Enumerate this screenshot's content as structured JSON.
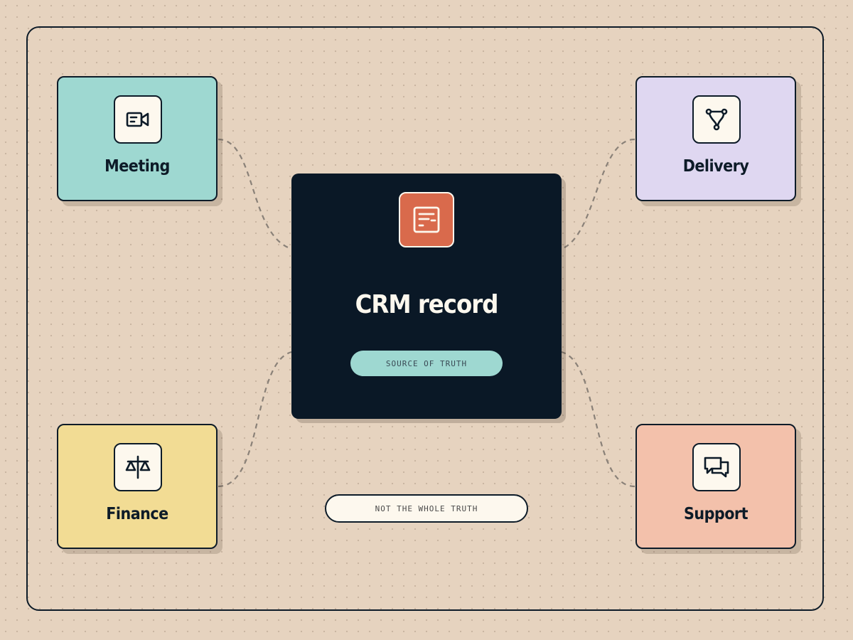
{
  "center": {
    "title": "CRM record",
    "badge": "SOURCE OF TRUTH",
    "icon": "crm-record-icon",
    "color": "#0a1826",
    "icon_color": "#d96a4c"
  },
  "nodes": [
    {
      "id": "meeting",
      "label": "Meeting",
      "icon": "video-camera-icon",
      "color": "#9ed8d1"
    },
    {
      "id": "delivery",
      "label": "Delivery",
      "icon": "route-icon",
      "color": "#dfd7f1"
    },
    {
      "id": "finance",
      "label": "Finance",
      "icon": "scales-icon",
      "color": "#f2dc94"
    },
    {
      "id": "support",
      "label": "Support",
      "icon": "chat-bubbles-icon",
      "color": "#f3c1ab"
    }
  ],
  "note": "NOT THE WHOLE TRUTH"
}
